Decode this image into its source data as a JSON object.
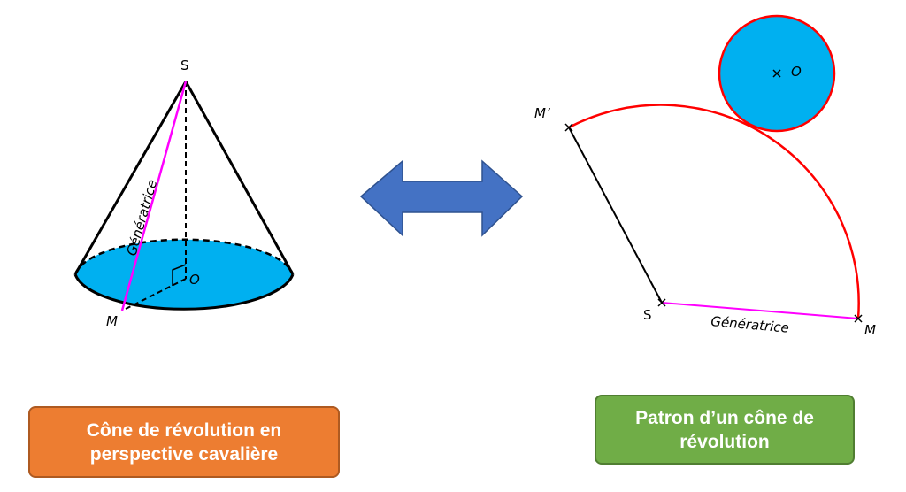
{
  "cone": {
    "apex": "S",
    "center": "O",
    "point": "M",
    "generatrix": "Génératrice"
  },
  "net": {
    "apex": "S",
    "point_m": "M",
    "point_m_prime": "M’",
    "center": "O",
    "generatrix": "Génératrice"
  },
  "captions": {
    "left": "Cône de révolution en perspective cavalière",
    "right": "Patron d’un cône de révolution"
  },
  "colors": {
    "base": "#00B0F0",
    "arrow": "#4472C4",
    "generatrix": "#FF00FF",
    "arc": "#FF0000",
    "left_box": "#ED7D31",
    "right_box": "#70AD47"
  }
}
